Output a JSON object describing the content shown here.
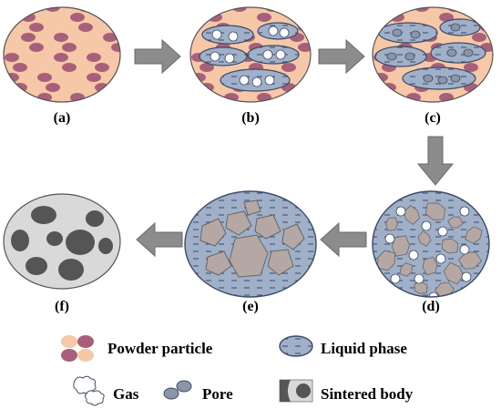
{
  "panels": [
    {
      "id": "a",
      "label": "(a)"
    },
    {
      "id": "b",
      "label": "(b)"
    },
    {
      "id": "c",
      "label": "(c)"
    },
    {
      "id": "d",
      "label": "(d)"
    },
    {
      "id": "e",
      "label": "(e)"
    },
    {
      "id": "f",
      "label": "(f)"
    }
  ],
  "legend": {
    "powder_particle": "Powder particle",
    "liquid_phase": "Liquid phase",
    "gas": "Gas",
    "pore": "Pore",
    "sintered_body": "Sintered body"
  },
  "colors": {
    "powder_light": "#f6c8a8",
    "powder_dark": "#a8607a",
    "liquid": "#9fb0c8",
    "liquid_edge": "#3d4a66",
    "grain": "#b5a8a4",
    "sintered_bg": "#d9d9d9",
    "sintered_grain": "#555555",
    "arrow": "#8c8c8c"
  }
}
